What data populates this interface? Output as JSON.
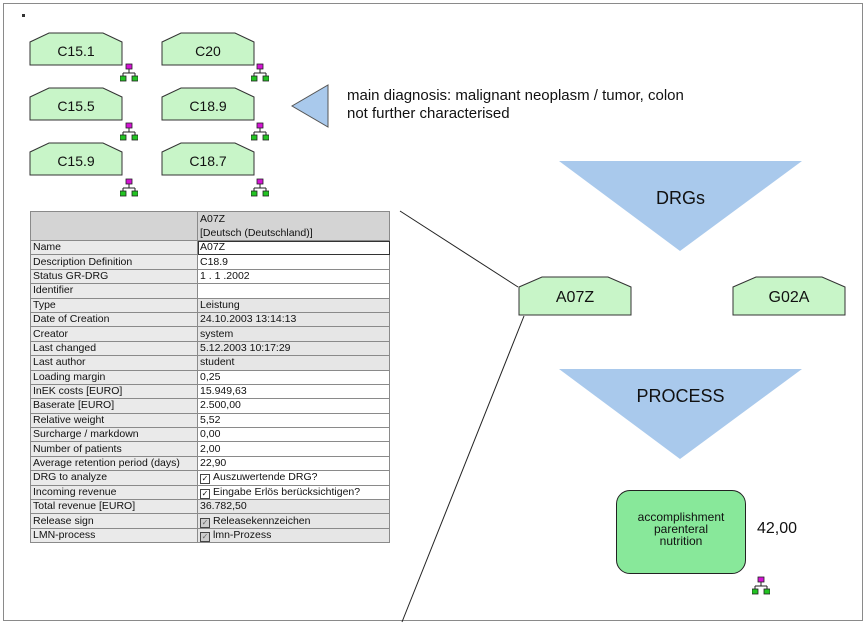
{
  "codes": {
    "c151": "C15.1",
    "c20": "C20",
    "c155": "C15.5",
    "c189": "C18.9",
    "c159": "C15.9",
    "c187": "C18.7"
  },
  "diagnosis_text_line1": "main diagnosis: malignant neoplasm / tumor, colon",
  "diagnosis_text_line2": "not further characterised",
  "drgs": {
    "label": "DRGs",
    "items": [
      "A07Z",
      "G02A"
    ]
  },
  "process": {
    "label": "PROCESS",
    "box_line1": "accomplishment",
    "box_line2": "parenteral",
    "box_line3": "nutrition",
    "value": "42,00"
  },
  "properties": {
    "header_line1": "A07Z",
    "header_line2": "[Deutsch (Deutschland)]",
    "rows": [
      {
        "key": "Name",
        "value": "A07Z"
      },
      {
        "key": "Description Definition",
        "value": "C18.9"
      },
      {
        "key": "Status GR-DRG",
        "value": "1 . 1 .2002"
      },
      {
        "key": "Identifier",
        "value": ""
      },
      {
        "key": "Type",
        "value": "Leistung"
      },
      {
        "key": "Date of Creation",
        "value": "24.10.2003 13:14:13"
      },
      {
        "key": "Creator",
        "value": "system"
      },
      {
        "key": "Last changed",
        "value": "5.12.2003 10:17:29"
      },
      {
        "key": "Last author",
        "value": "student"
      },
      {
        "key": "Loading margin",
        "value": "0,25"
      },
      {
        "key": "InEK costs [EURO]",
        "value": "15.949,63"
      },
      {
        "key": "Baserate [EURO]",
        "value": "2.500,00"
      },
      {
        "key": "Relative weight",
        "value": "5,52"
      },
      {
        "key": "Surcharge / markdown",
        "value": "0,00"
      },
      {
        "key": "Number of patients",
        "value": "2,00"
      },
      {
        "key": "Average retention period (days)",
        "value": "22,90"
      },
      {
        "key": "DRG to analyze",
        "value": "Auszuwertende DRG?"
      },
      {
        "key": "Incoming revenue",
        "value": "Eingabe Erlös berücksichtigen?"
      },
      {
        "key": "Total revenue [EURO]",
        "value": "36.782,50"
      },
      {
        "key": "Release sign",
        "value": "Releasekennzeichen"
      },
      {
        "key": "LMN-process",
        "value": "lmn-Prozess"
      }
    ]
  },
  "colors": {
    "node_fill": "#c8f5c8",
    "triangle_fill": "#a9c9ec",
    "process_fill": "#88e89a",
    "tree_green": "#22c422",
    "tree_magenta": "#d414d4"
  },
  "icons": [
    "hierarchy-icon",
    "left-pointer-triangle-icon",
    "checkbox-icon"
  ]
}
